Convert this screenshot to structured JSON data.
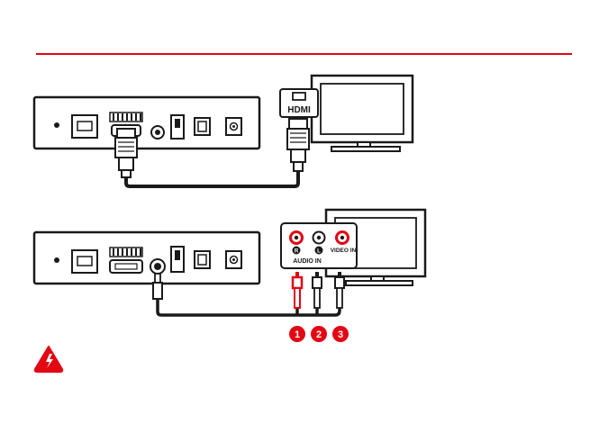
{
  "colors": {
    "accent_red": "#e30613",
    "device_dark": "#222222",
    "outline": "#1a1a1a",
    "white": "#ffffff"
  },
  "diagram": {
    "hdmi_setup": {
      "tv_port_label": "HDMI"
    },
    "av_setup": {
      "audio_in_label": "AUDIO IN",
      "video_in_label": "VIDEO IN",
      "left_channel_mark": "L",
      "right_channel_mark": "R",
      "plug_numbers": [
        "1",
        "2",
        "3"
      ]
    },
    "warning_icon": "electric-hazard-icon"
  }
}
